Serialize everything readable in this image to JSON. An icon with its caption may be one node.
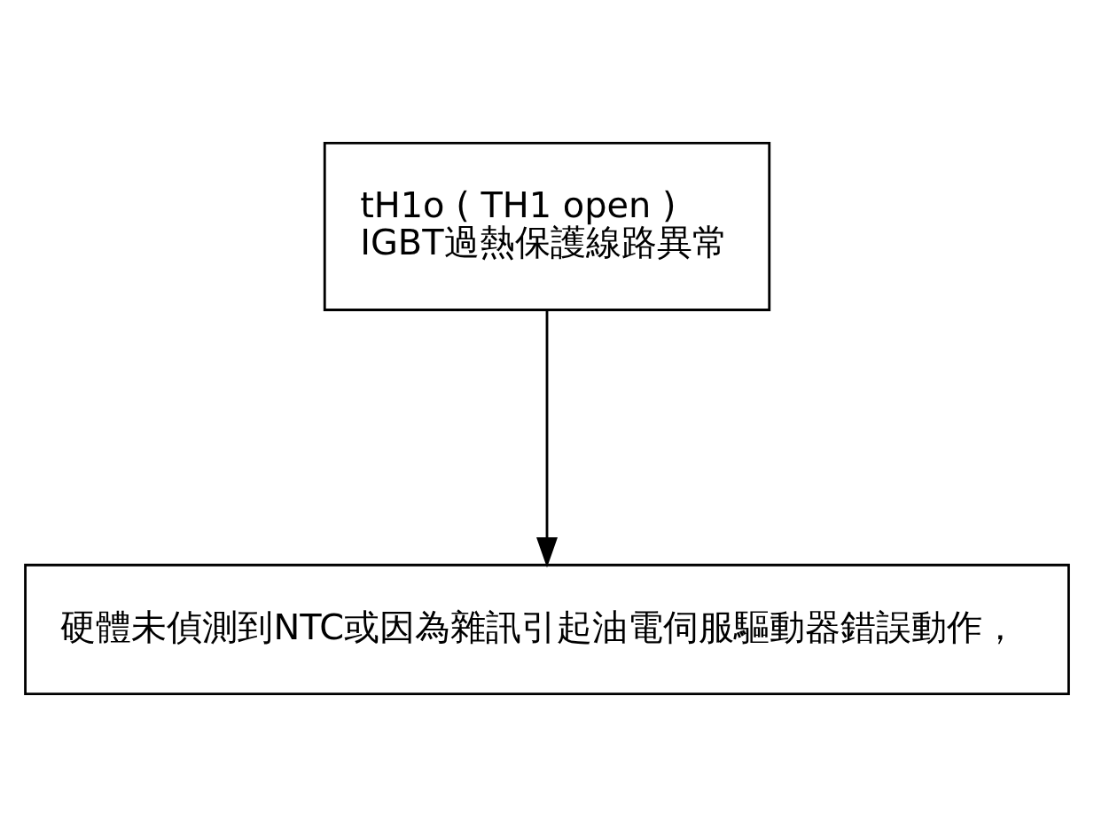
{
  "diagram": {
    "nodes": [
      {
        "text": [
          "tH1o ( TH1 open )",
          "IGBT過熱保護線路異常"
        ]
      },
      {
        "text": [
          "硬體未偵測到NTC或因為雜訊引起油電伺服驅動器錯誤動作，"
        ]
      }
    ],
    "edges": [
      {
        "from": 0,
        "to": 1,
        "arrow": "to"
      }
    ]
  }
}
